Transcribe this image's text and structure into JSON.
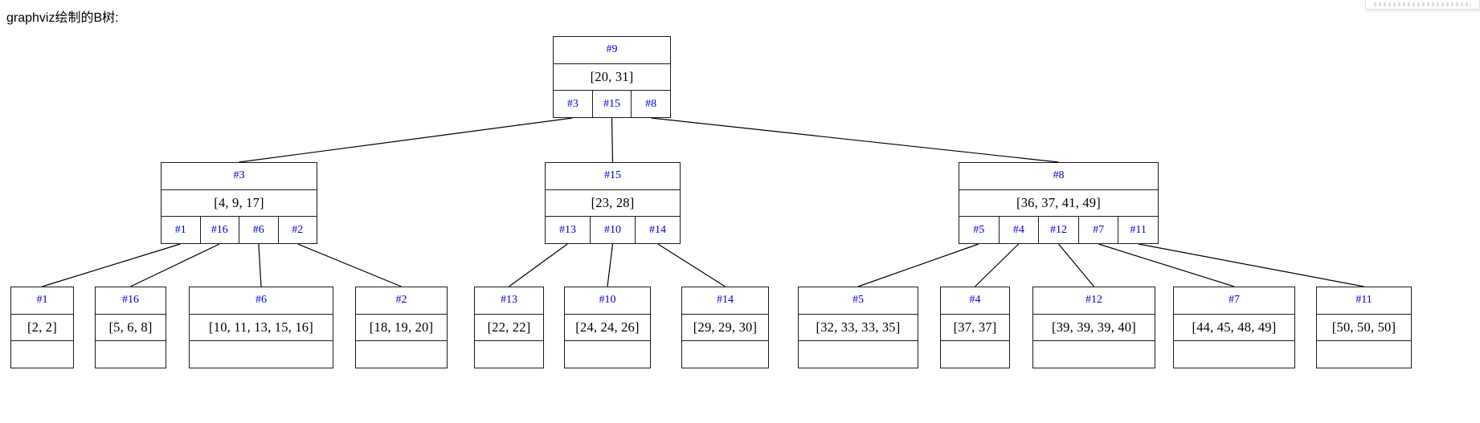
{
  "page": {
    "heading": "graphviz绘制的B树:"
  },
  "corner_popup": {
    "text": ""
  },
  "colors": {
    "node_border": "#1a1a1a",
    "node_id_text": "#0000e0",
    "keys_text": "#000000",
    "edge": "#000000",
    "background": "#ffffff"
  },
  "btree": {
    "levels": [
      [
        {
          "id": "#9",
          "keys": "[20, 31]",
          "children": [
            "#3",
            "#15",
            "#8"
          ]
        }
      ],
      [
        {
          "id": "#3",
          "keys": "[4, 9, 17]",
          "children": [
            "#1",
            "#16",
            "#6",
            "#2"
          ]
        },
        {
          "id": "#15",
          "keys": "[23, 28]",
          "children": [
            "#13",
            "#10",
            "#14"
          ]
        },
        {
          "id": "#8",
          "keys": "[36, 37, 41, 49]",
          "children": [
            "#5",
            "#4",
            "#12",
            "#7",
            "#11"
          ]
        }
      ],
      [
        {
          "id": "#1",
          "keys": "[2, 2]",
          "children": []
        },
        {
          "id": "#16",
          "keys": "[5, 6, 8]",
          "children": []
        },
        {
          "id": "#6",
          "keys": "[10, 11, 13, 15, 16]",
          "children": []
        },
        {
          "id": "#2",
          "keys": "[18, 19, 20]",
          "children": []
        },
        {
          "id": "#13",
          "keys": "[22, 22]",
          "children": []
        },
        {
          "id": "#10",
          "keys": "[24, 24, 26]",
          "children": []
        },
        {
          "id": "#14",
          "keys": "[29, 29, 30]",
          "children": []
        },
        {
          "id": "#5",
          "keys": "[32, 33, 33, 35]",
          "children": []
        },
        {
          "id": "#4",
          "keys": "[37, 37]",
          "children": []
        },
        {
          "id": "#12",
          "keys": "[39, 39, 39, 40]",
          "children": []
        },
        {
          "id": "#7",
          "keys": "[44, 45, 48, 49]",
          "children": []
        },
        {
          "id": "#11",
          "keys": "[50, 50, 50]",
          "children": []
        }
      ]
    ]
  }
}
